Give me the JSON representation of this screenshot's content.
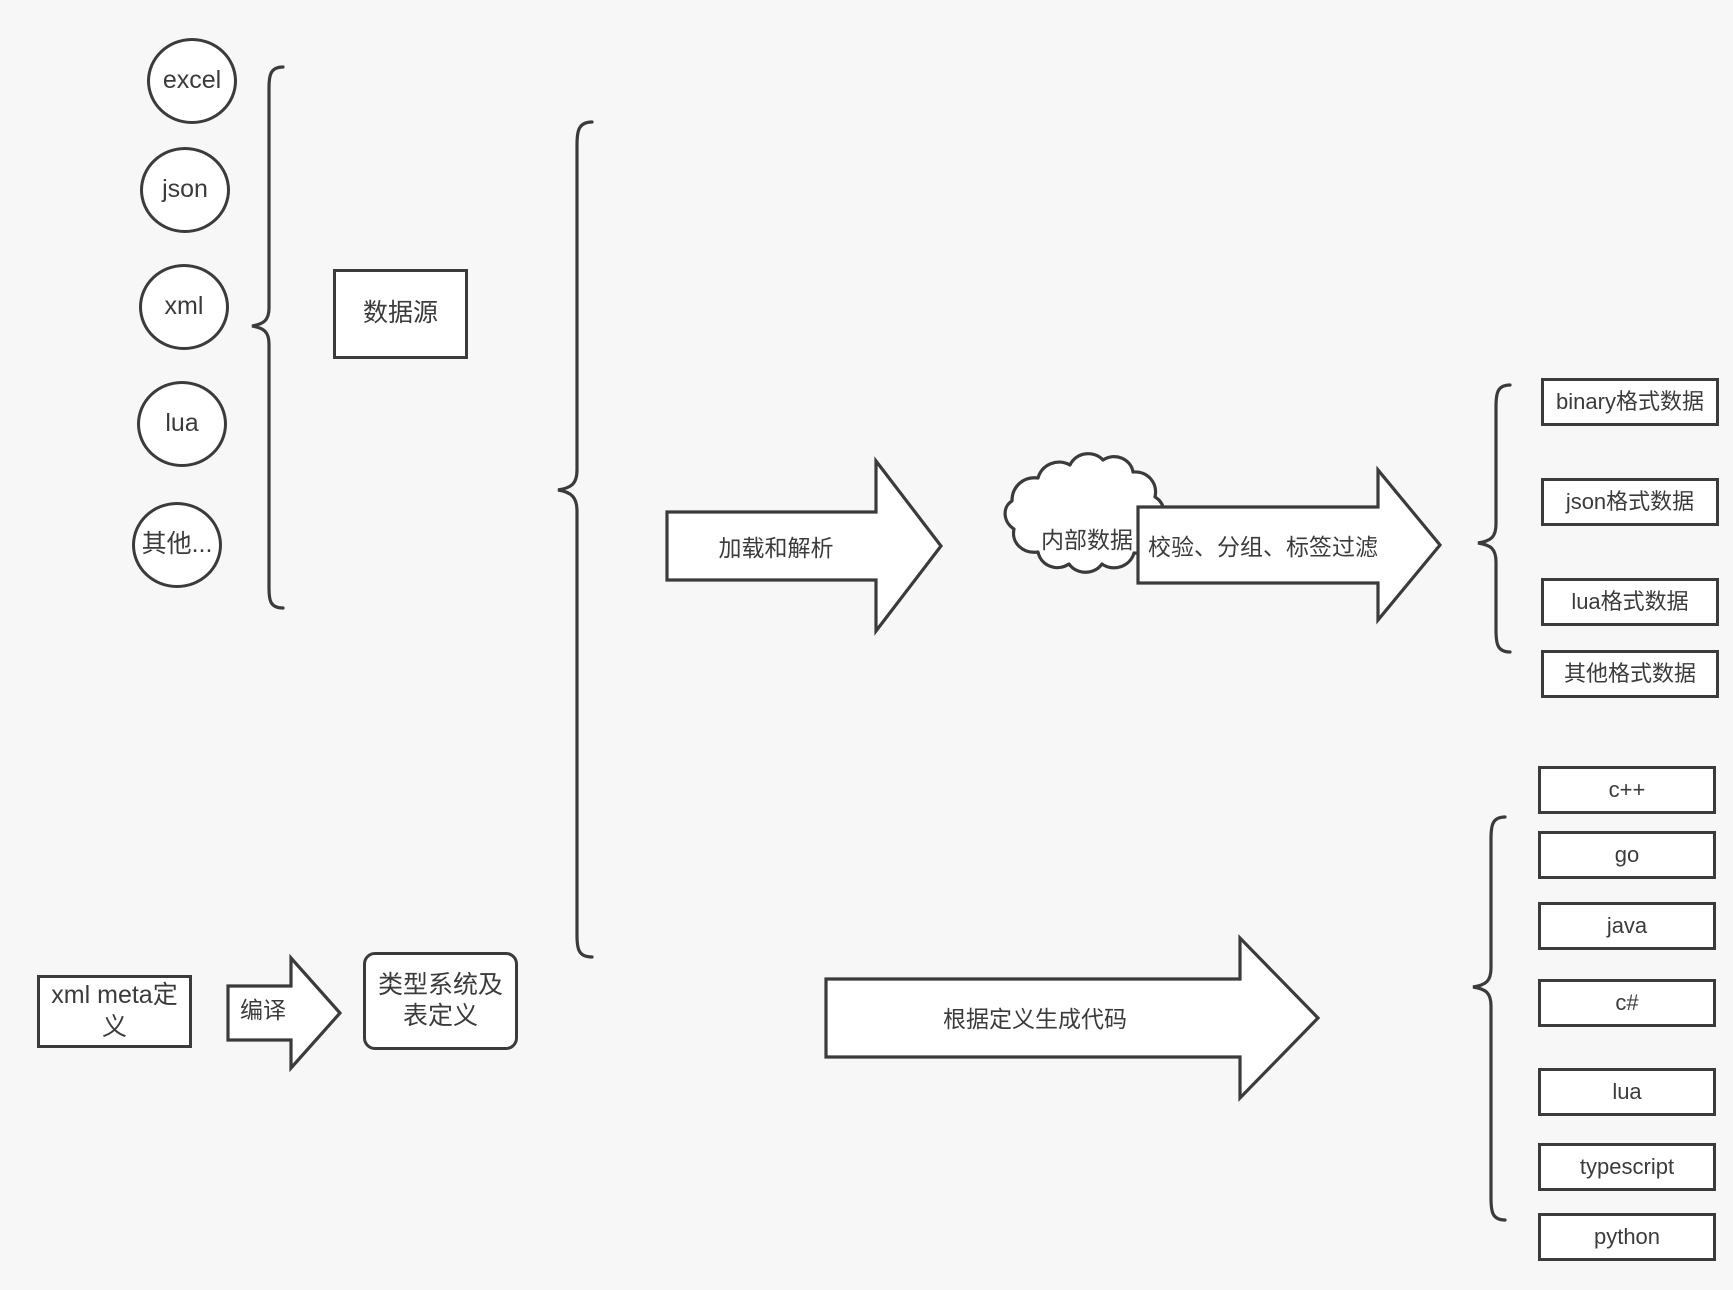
{
  "diagram": {
    "title": "data pipeline and code generation flow",
    "background_color": "#f7f7f7",
    "stroke_color": "#3b3b3b",
    "fill_color": "#ffffff"
  },
  "sources": {
    "group_label": "数据源",
    "items": [
      {
        "label": "excel"
      },
      {
        "label": "json"
      },
      {
        "label": "xml"
      },
      {
        "label": "lua"
      },
      {
        "label": "其他..."
      }
    ]
  },
  "meta": {
    "definition_label": "xml meta定义",
    "compile_arrow_label": "编译",
    "type_system_label": "类型系统及表定义"
  },
  "pipeline": {
    "load_parse_arrow_label": "加载和解析",
    "internal_data_label": "内部数据",
    "filter_arrow_label": "校验、分组、标签过滤",
    "codegen_arrow_label": "根据定义生成代码"
  },
  "outputs": {
    "formats": [
      {
        "label": "binary格式数据"
      },
      {
        "label": "json格式数据"
      },
      {
        "label": "lua格式数据"
      },
      {
        "label": "其他格式数据"
      }
    ],
    "languages": [
      {
        "label": "c++"
      },
      {
        "label": "go"
      },
      {
        "label": "java"
      },
      {
        "label": "c#"
      },
      {
        "label": "lua"
      },
      {
        "label": "typescript"
      },
      {
        "label": "python"
      }
    ]
  }
}
